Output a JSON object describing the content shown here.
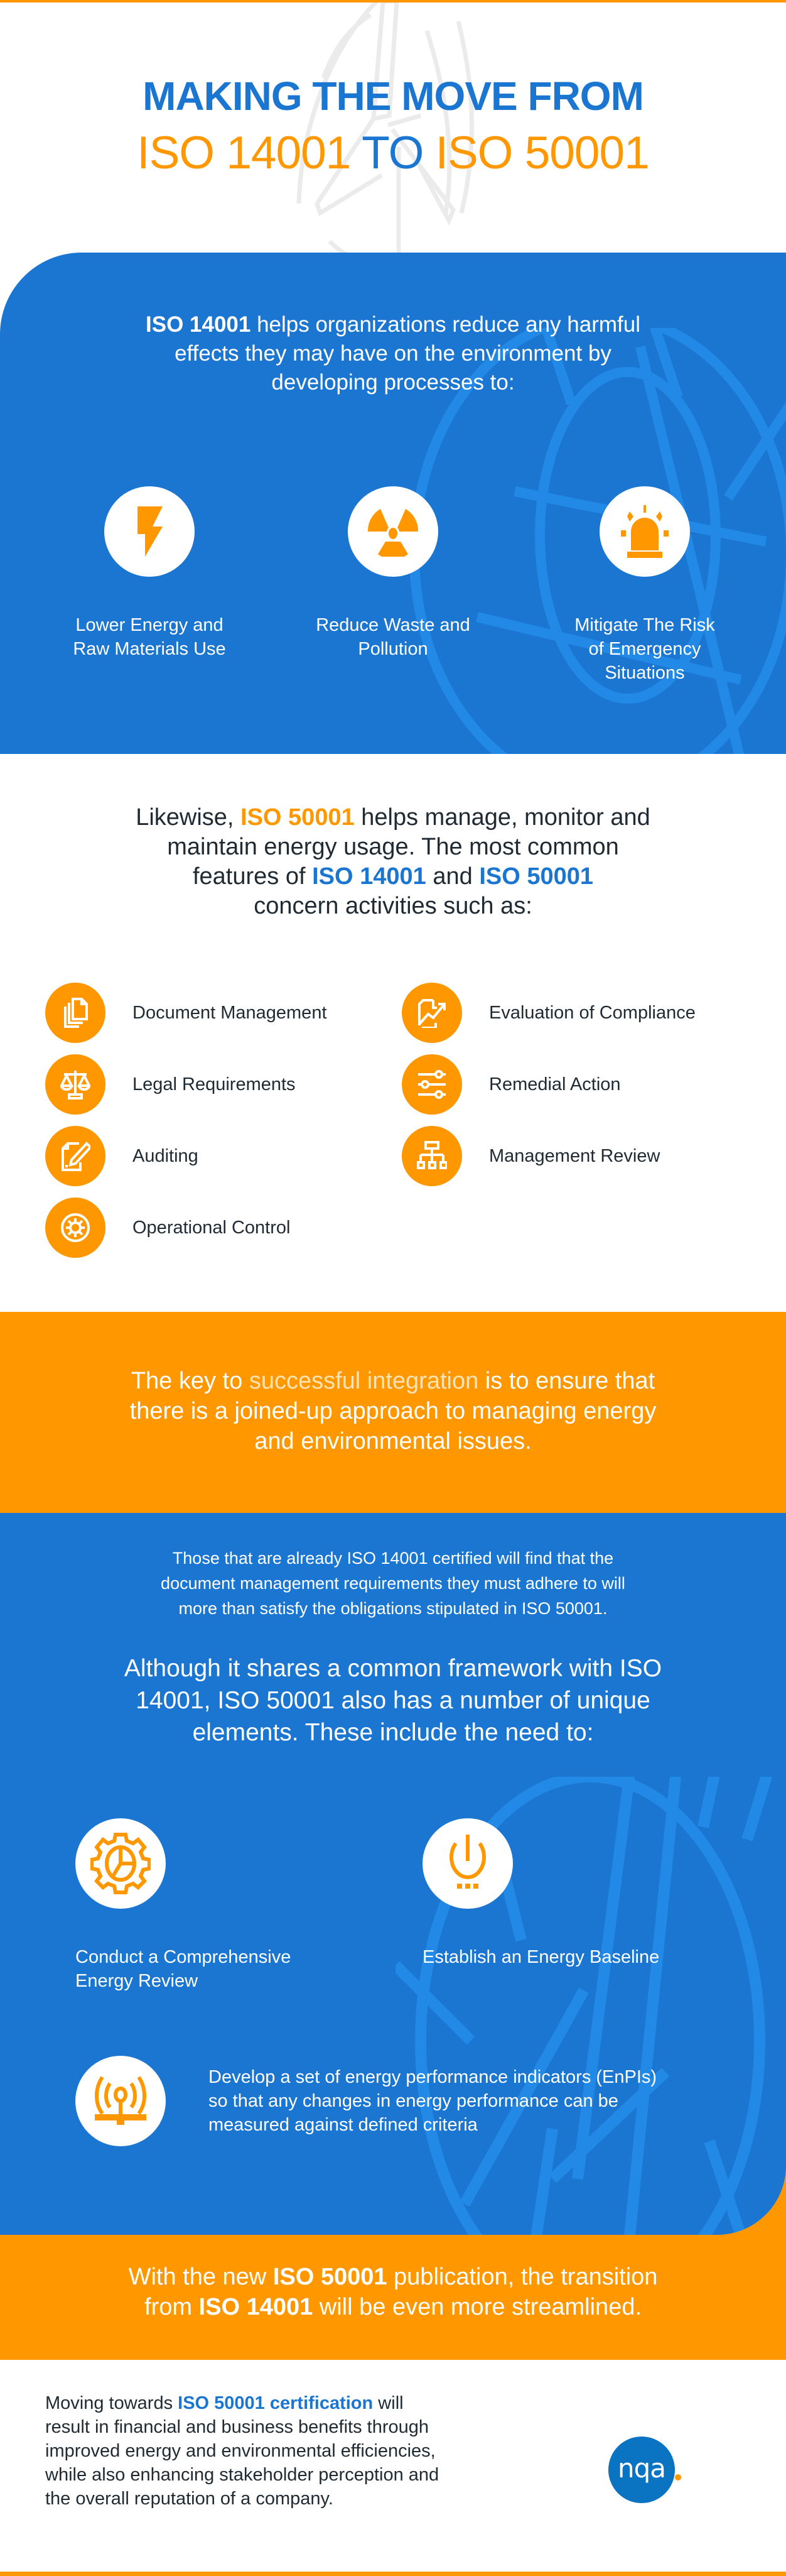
{
  "colors": {
    "blue": "#1b76d2",
    "orange": "#ff9800",
    "white": "#ffffff",
    "text_dark": "#1f2a33",
    "deco_blue": "#2289e6",
    "deco_grey": "#ebebeb"
  },
  "header": {
    "title_line1": "MAKING THE MOVE FROM",
    "title_line2_a": "ISO 14001",
    "title_line2_b": "TO",
    "title_line2_c": "ISO 50001",
    "decoration": "wind-turbine-icon"
  },
  "iso14001_section": {
    "lead_bold": "ISO 14001",
    "lead_rest_1": " helps organizations reduce any harmful",
    "lead_line2": "effects they may have on the environment by",
    "lead_line3": "developing processes to:",
    "processes": [
      {
        "icon": "lightning-bolt-icon",
        "line1": "Lower Energy and",
        "line2": "Raw Materials Use",
        "line3": ""
      },
      {
        "icon": "radiation-icon",
        "line1": "Reduce Waste and",
        "line2": "Pollution",
        "line3": ""
      },
      {
        "icon": "siren-alarm-icon",
        "line1": "Mitigate The Risk",
        "line2": "of Emergency",
        "line3": "Situations"
      }
    ]
  },
  "common_features": {
    "lead": {
      "l1_a": "Likewise, ",
      "l1_b": "ISO 50001",
      "l1_c": " helps manage, monitor and",
      "l2": "maintain energy usage. The most common",
      "l3_a": "features of ",
      "l3_b": "ISO 14001",
      "l3_c": " and ",
      "l3_d": "ISO 50001",
      "l4": "concern activities such as:"
    },
    "left_items": [
      {
        "icon": "documents-icon",
        "label": "Document Management"
      },
      {
        "icon": "scales-icon",
        "label": "Legal Requirements"
      },
      {
        "icon": "audit-document-pen-icon",
        "label": "Auditing"
      },
      {
        "icon": "gear-icon",
        "label": "Operational Control"
      }
    ],
    "right_items": [
      {
        "icon": "chart-document-icon",
        "label": "Evaluation of Compliance"
      },
      {
        "icon": "sliders-icon",
        "label": "Remedial Action"
      },
      {
        "icon": "hierarchy-icon",
        "label": "Management Review"
      }
    ]
  },
  "integration_banner": {
    "l1_a": "The key to ",
    "l1_b": "successful integration",
    "l1_c": " is to ensure that",
    "l2": "there is a joined-up approach to managing energy",
    "l3": "and environmental issues."
  },
  "iso50001_section": {
    "p1_l1": "Those that are already ISO 14001 certified will find that the",
    "p1_l2": "document management requirements they must adhere to will",
    "p1_l3": "more than satisfy the obligations stipulated in ISO 50001.",
    "p2_l1": "Although it shares a common framework with ISO",
    "p2_l2": "14001, ISO 50001 also has a number of unique",
    "p2_l3": "elements. These include the need to:",
    "needs": [
      {
        "icon": "gear-chart-icon",
        "line1": "Conduct a Comprehensive",
        "line2": "Energy Review"
      },
      {
        "icon": "power-icon",
        "line1": "Establish an Energy Baseline",
        "line2": ""
      }
    ],
    "need_wide": {
      "icon": "antenna-signal-icon",
      "line1": "Develop a set of energy performance indicators (EnPIs)",
      "line2": "so that any changes in energy performance can be",
      "line3": "measured against defined criteria"
    }
  },
  "transition_banner": {
    "l1_a": "With the new ",
    "l1_b": "ISO 50001",
    "l1_c": " publication, the transition",
    "l2_a": "from ",
    "l2_b": "ISO 14001",
    "l2_c": " will be even more streamlined."
  },
  "footer": {
    "l1_a": "Moving towards ",
    "l1_b": "ISO 50001 certification",
    "l1_c": " will",
    "l2": "result in financial and business benefits through",
    "l3": "improved energy and environmental efficiencies,",
    "l4": "while also enhancing stakeholder perception and",
    "l5": "the overall reputation of a company.",
    "logo_text": "nqa"
  }
}
